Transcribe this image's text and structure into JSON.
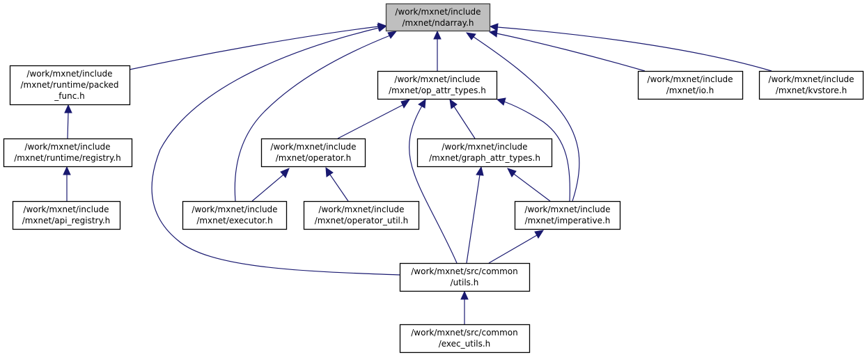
{
  "diagram": {
    "type": "include-dependency-graph",
    "colors": {
      "edge": "#191970",
      "root_fill": "#bfbfbf",
      "node_fill": "#ffffff",
      "node_border": "#000000"
    },
    "nodes": [
      {
        "id": "ndarray",
        "lines": [
          "/work/mxnet/include",
          "/mxnet/ndarray.h"
        ],
        "root": true
      },
      {
        "id": "packed_func",
        "lines": [
          "/work/mxnet/include",
          "/mxnet/runtime/packed",
          "_func.h"
        ]
      },
      {
        "id": "registry",
        "lines": [
          "/work/mxnet/include",
          "/mxnet/runtime/registry.h"
        ]
      },
      {
        "id": "api_registry",
        "lines": [
          "/work/mxnet/include",
          "/mxnet/api_registry.h"
        ]
      },
      {
        "id": "op_attr_types",
        "lines": [
          "/work/mxnet/include",
          "/mxnet/op_attr_types.h"
        ]
      },
      {
        "id": "io",
        "lines": [
          "/work/mxnet/include",
          "/mxnet/io.h"
        ]
      },
      {
        "id": "kvstore",
        "lines": [
          "/work/mxnet/include",
          "/mxnet/kvstore.h"
        ]
      },
      {
        "id": "operator",
        "lines": [
          "/work/mxnet/include",
          "/mxnet/operator.h"
        ]
      },
      {
        "id": "graph_attr_types",
        "lines": [
          "/work/mxnet/include",
          "/mxnet/graph_attr_types.h"
        ]
      },
      {
        "id": "executor",
        "lines": [
          "/work/mxnet/include",
          "/mxnet/executor.h"
        ]
      },
      {
        "id": "operator_util",
        "lines": [
          "/work/mxnet/include",
          "/mxnet/operator_util.h"
        ]
      },
      {
        "id": "imperative",
        "lines": [
          "/work/mxnet/include",
          "/mxnet/imperative.h"
        ]
      },
      {
        "id": "utils",
        "lines": [
          "/work/mxnet/src/common",
          "/utils.h"
        ]
      },
      {
        "id": "exec_utils",
        "lines": [
          "/work/mxnet/src/common",
          "/exec_utils.h"
        ]
      }
    ],
    "edges": [
      {
        "from": "packed_func",
        "to": "ndarray"
      },
      {
        "from": "utils",
        "to": "ndarray"
      },
      {
        "from": "executor",
        "to": "ndarray"
      },
      {
        "from": "op_attr_types",
        "to": "ndarray"
      },
      {
        "from": "imperative",
        "to": "ndarray"
      },
      {
        "from": "io",
        "to": "ndarray"
      },
      {
        "from": "kvstore",
        "to": "ndarray"
      },
      {
        "from": "registry",
        "to": "packed_func"
      },
      {
        "from": "api_registry",
        "to": "registry"
      },
      {
        "from": "operator",
        "to": "op_attr_types"
      },
      {
        "from": "utils",
        "to": "op_attr_types"
      },
      {
        "from": "graph_attr_types",
        "to": "op_attr_types"
      },
      {
        "from": "imperative",
        "to": "op_attr_types"
      },
      {
        "from": "executor",
        "to": "operator"
      },
      {
        "from": "operator_util",
        "to": "operator"
      },
      {
        "from": "utils",
        "to": "graph_attr_types"
      },
      {
        "from": "imperative",
        "to": "graph_attr_types"
      },
      {
        "from": "utils",
        "to": "imperative"
      },
      {
        "from": "exec_utils",
        "to": "utils"
      }
    ]
  }
}
